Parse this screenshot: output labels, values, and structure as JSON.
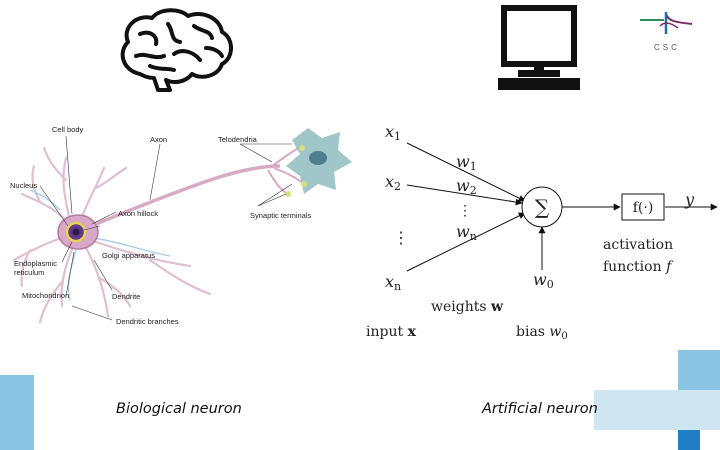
{
  "logo": {
    "text": "CSC"
  },
  "biological": {
    "caption": "Biological neuron",
    "labels": {
      "cell_body": "Cell body",
      "axon": "Axon",
      "telodendria": "Telodendria",
      "nucleus": "Nucleus",
      "axon_hillock": "Axon hillock",
      "synaptic_terminals": "Synaptic terminals",
      "golgi": "Golgi apparatus",
      "er_line1": "Endoplasmic",
      "er_line2": "reticulum",
      "mitochondrion": "Mitochondrion",
      "dendrite": "Dendrite",
      "dendritic_branches": "Dendritic branches"
    }
  },
  "artificial": {
    "caption": "Artificial neuron",
    "inputs": {
      "x1": "x",
      "x1_sub": "1",
      "x2": "x",
      "x2_sub": "2",
      "xn": "x",
      "xn_sub": "n",
      "vdots": "⋮"
    },
    "weights": {
      "w1": "w",
      "w1_sub": "1",
      "w2": "w",
      "w2_sub": "2",
      "wn": "w",
      "wn_sub": "n",
      "vdots": "⋮"
    },
    "sum_symbol": "∑",
    "w0": "w",
    "w0_sub": "0",
    "activation_box": "f(·)",
    "output": "y",
    "activation_line1": "activation",
    "activation_line2_text": "function ",
    "activation_line2_var": "f",
    "weights_label_text": "weights ",
    "weights_label_var": "w",
    "input_label_text": "input ",
    "input_label_var": "x",
    "bias_label_text": "bias ",
    "bias_label_var": "w",
    "bias_label_sub": "0"
  },
  "colors": {
    "accent_light": "#cfe5f2",
    "accent_mid": "#8cc4e3",
    "accent_dark": "#1f7fc2",
    "logo_purple": "#7a2c6a",
    "logo_green": "#2e8b57",
    "logo_blue": "#1b6fb5"
  }
}
